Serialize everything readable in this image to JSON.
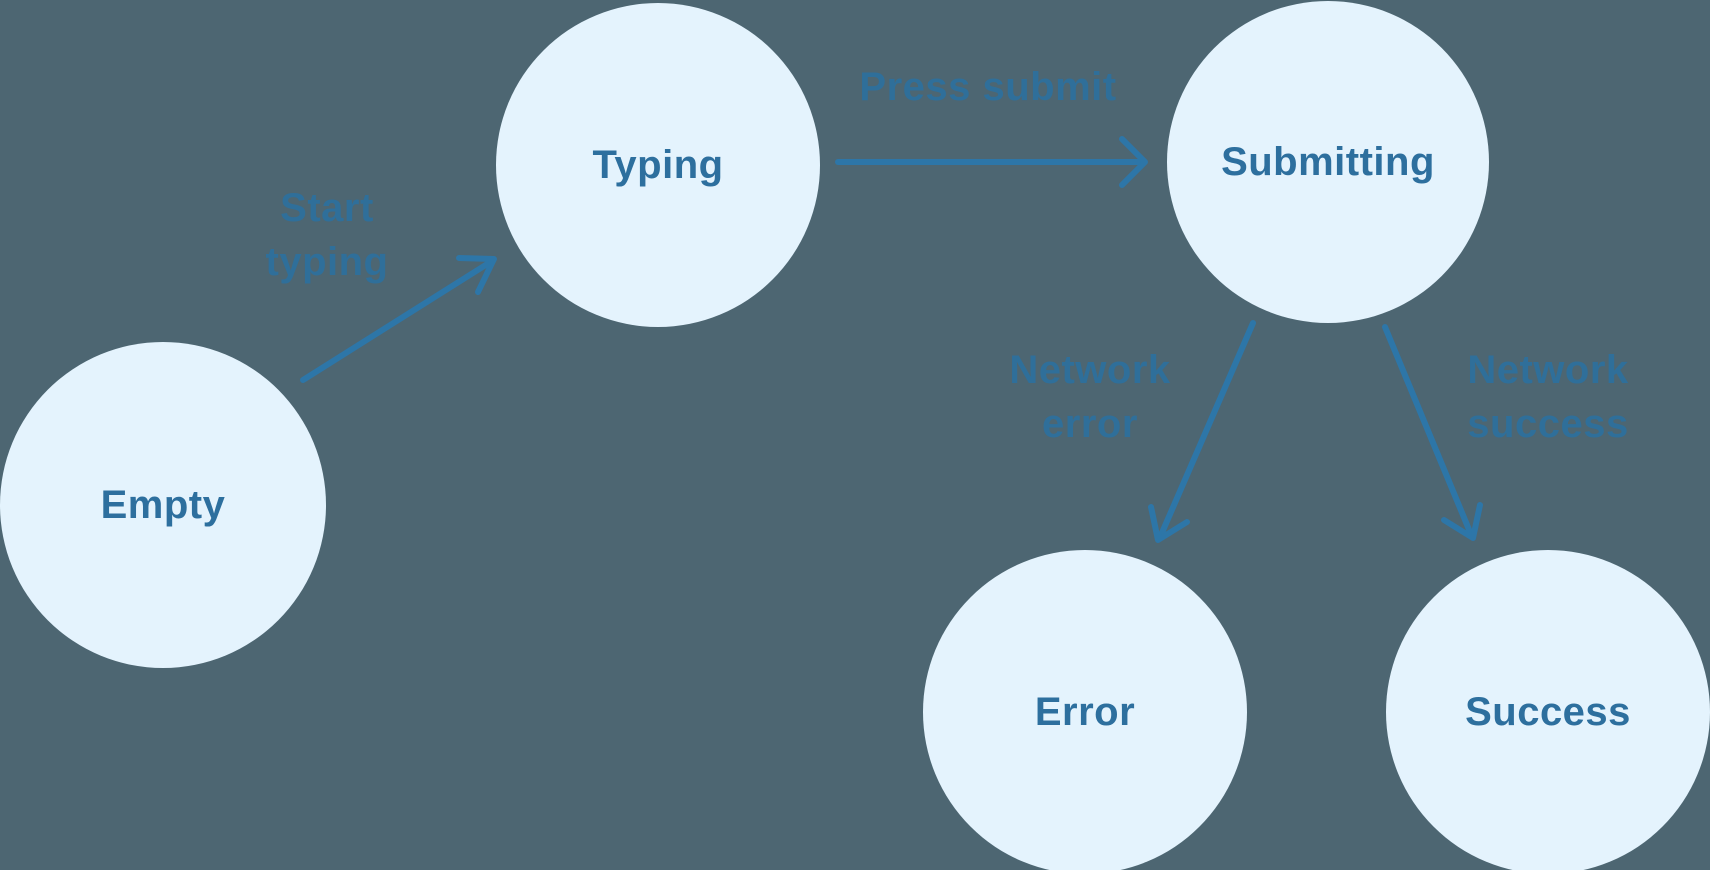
{
  "colors": {
    "background": "#4d6672",
    "node_fill": "#e4f3fd",
    "node_label": "#2d6f9e",
    "edge": "#2d76a8",
    "edge_label": "#2f6f9a"
  },
  "diagram": {
    "type": "state-machine",
    "nodes": [
      {
        "id": "empty",
        "label": "Empty"
      },
      {
        "id": "typing",
        "label": "Typing"
      },
      {
        "id": "submitting",
        "label": "Submitting"
      },
      {
        "id": "error",
        "label": "Error"
      },
      {
        "id": "success",
        "label": "Success"
      }
    ],
    "edges": [
      {
        "from": "empty",
        "to": "typing",
        "label": "Start typing"
      },
      {
        "from": "typing",
        "to": "submitting",
        "label": "Press submit"
      },
      {
        "from": "submitting",
        "to": "error",
        "label": "Network error"
      },
      {
        "from": "submitting",
        "to": "success",
        "label": "Network success"
      }
    ]
  }
}
